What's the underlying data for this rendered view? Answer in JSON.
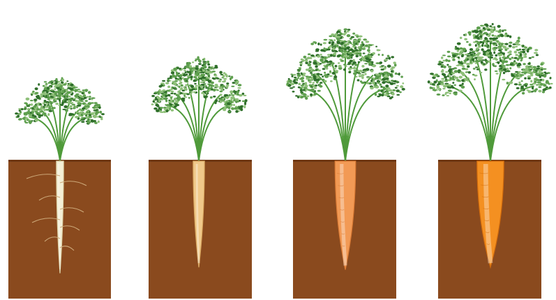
{
  "scene": {
    "subject": "carrot-growth-stages",
    "colors": {
      "background": "#ffffff",
      "soil": "#8a4a1e",
      "soil_dark": "#6e3713",
      "stem": "#4f9a3a",
      "foliage_light": "#8fc07a",
      "foliage_mid": "#5e9f4e",
      "foliage_dark": "#2f6f2a"
    },
    "stages": [
      {
        "name": "stage-1",
        "root_color": "#f4efd6",
        "root_edge": "#ddd2a8",
        "foliage_scale": 0.78,
        "root_length": 0.95,
        "root_width": 0.07,
        "has_rootlets": true
      },
      {
        "name": "stage-2",
        "root_color": "#f0c98a",
        "root_edge": "#d9a862",
        "foliage_scale": 0.85,
        "root_length": 0.9,
        "root_width": 0.11,
        "has_rootlets": false
      },
      {
        "name": "stage-3",
        "root_color": "#f29a55",
        "root_edge": "#d97a35",
        "foliage_scale": 1.05,
        "root_length": 0.92,
        "root_width": 0.2,
        "has_rootlets": false
      },
      {
        "name": "stage-4",
        "root_color": "#f49021",
        "root_edge": "#d06a0c",
        "foliage_scale": 1.1,
        "root_length": 0.9,
        "root_width": 0.26,
        "has_rootlets": false
      }
    ]
  }
}
